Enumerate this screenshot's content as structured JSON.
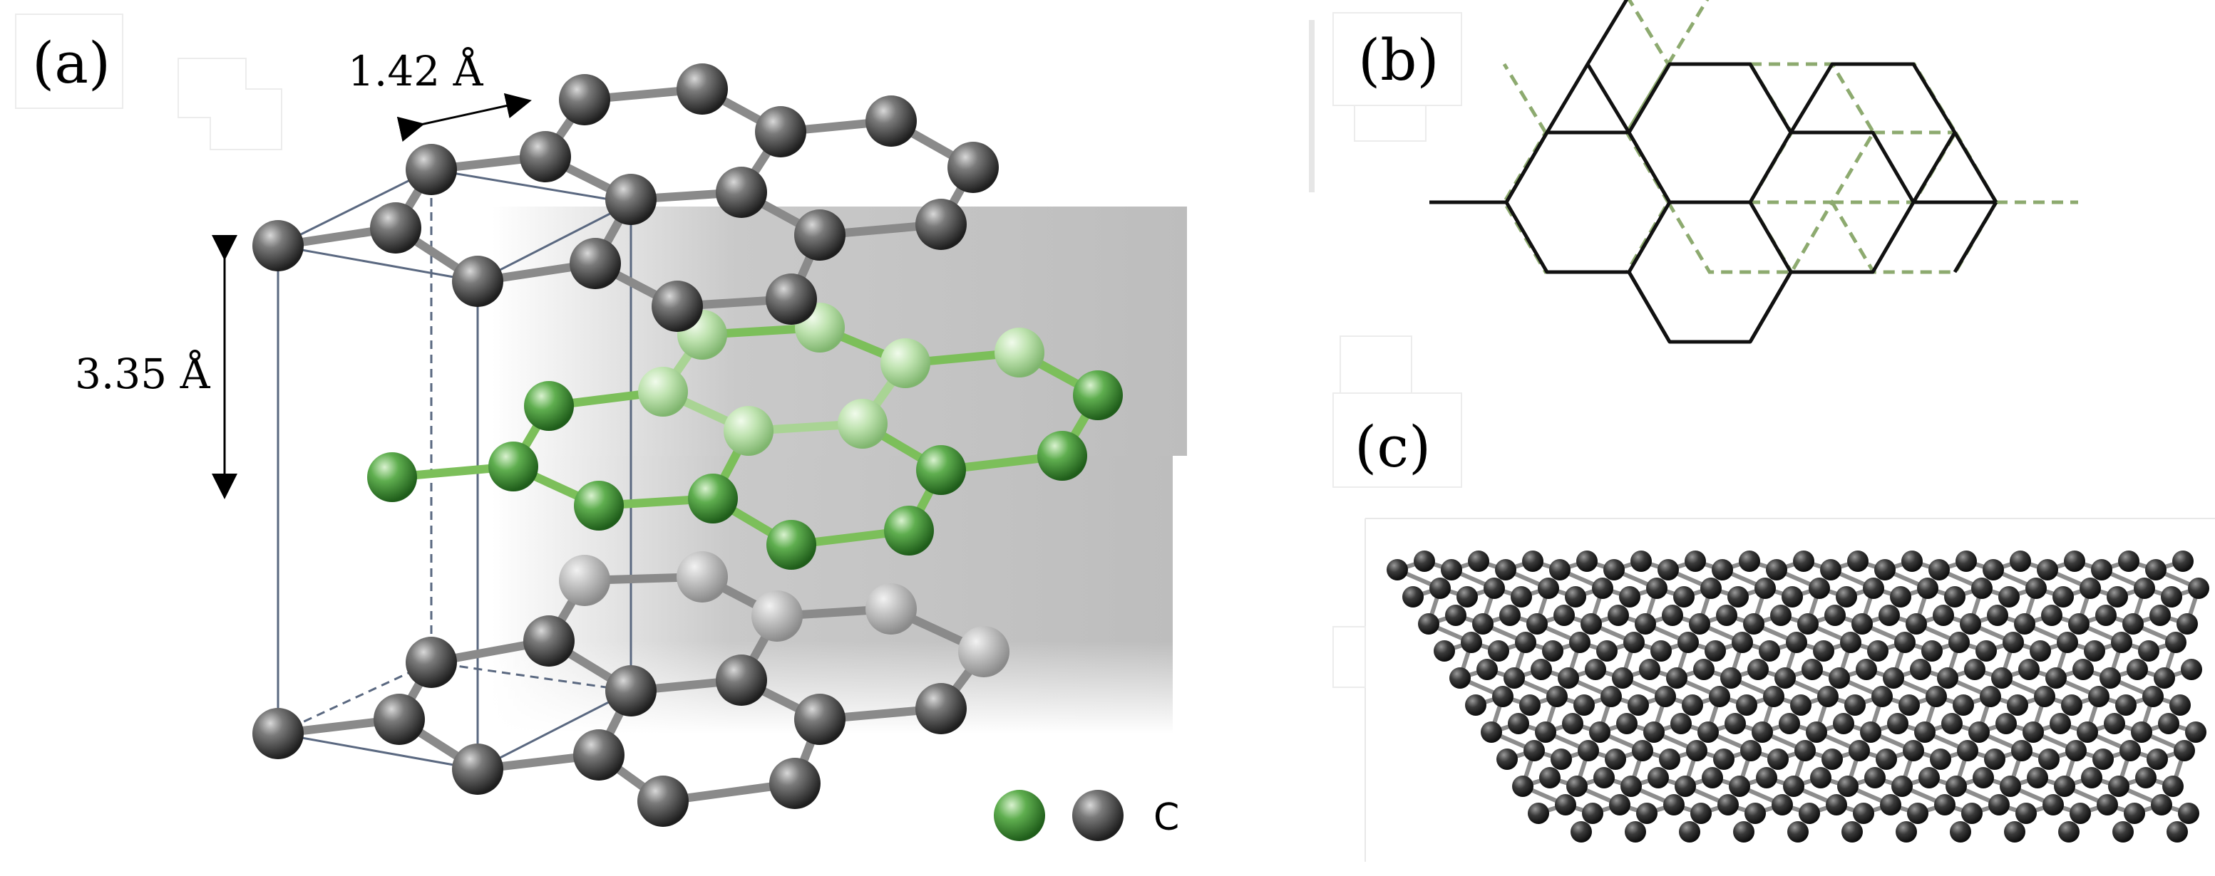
{
  "panels": {
    "a": {
      "label": "(a)"
    },
    "b": {
      "label": "(b)"
    },
    "c": {
      "label": "(c)"
    }
  },
  "annotations": {
    "bond_length": "1.42 Å",
    "interlayer_spacing": "3.35 Å"
  },
  "legend": {
    "text": "C"
  },
  "colors": {
    "atom_gray": "#4a4a4a",
    "atom_green": "#3f8f3a",
    "bond_gray": "#8a8a8a",
    "bond_green": "#7cbf5a",
    "dashed_green": "#8daa6f",
    "line_black": "#111111",
    "cell_line": "#5a6880"
  }
}
